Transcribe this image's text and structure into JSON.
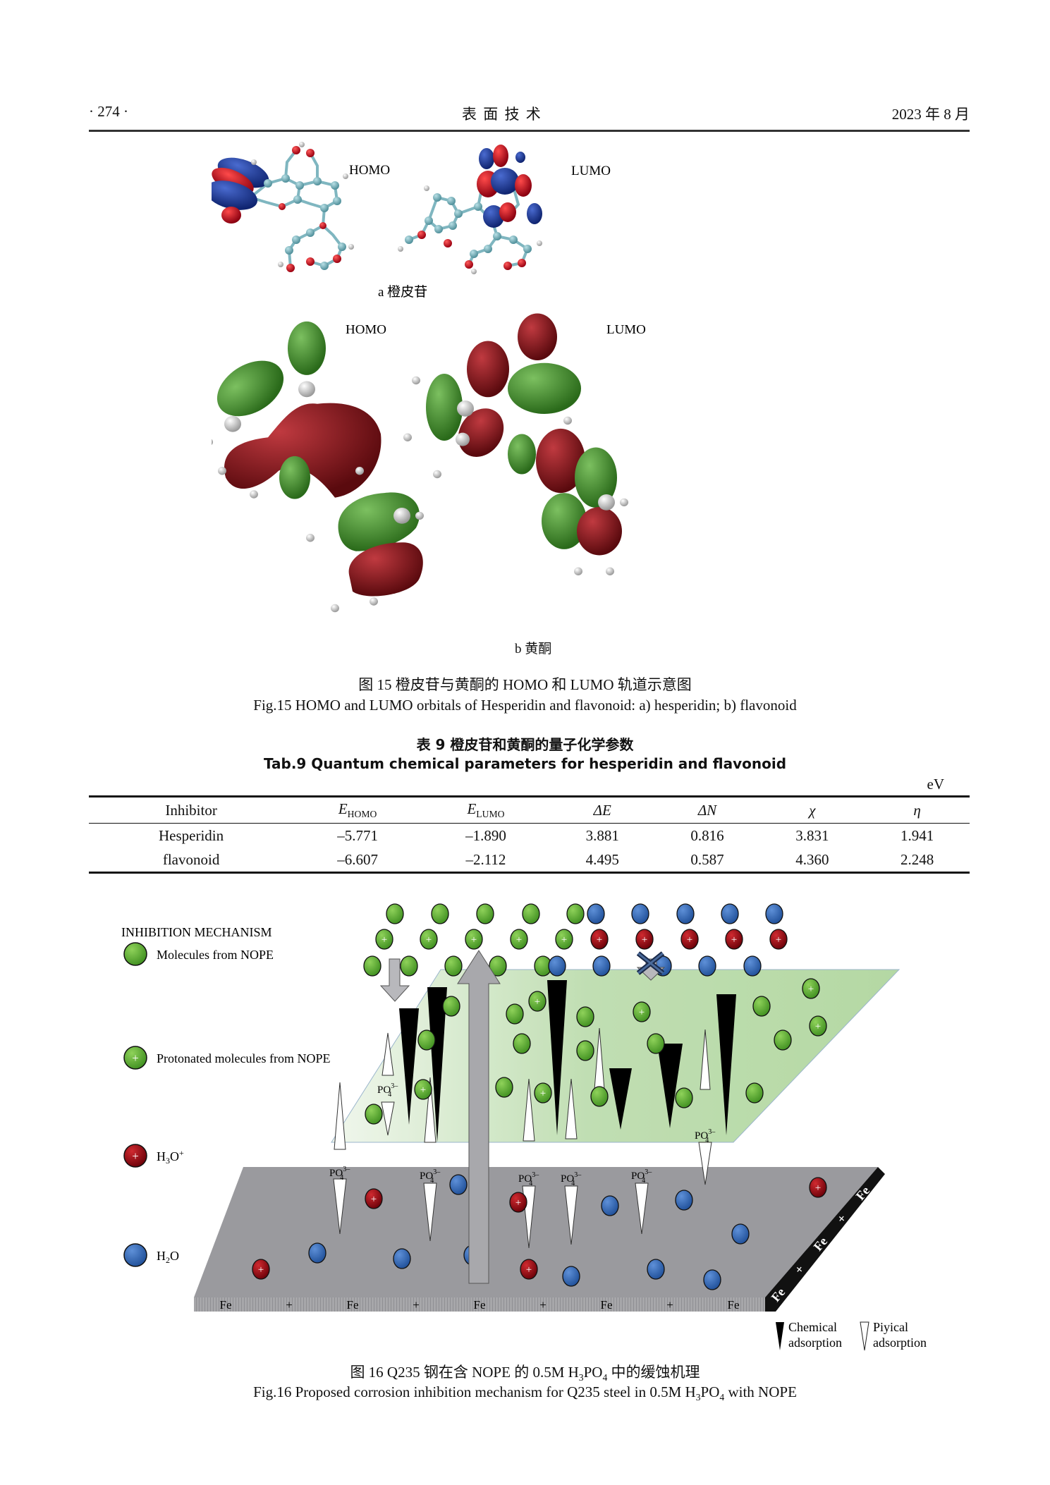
{
  "header": {
    "page_number": "· 274 ·",
    "journal": "表 面 技 术",
    "date": "2023 年 8 月"
  },
  "figure15": {
    "panel_a": {
      "homo_label": "HOMO",
      "lumo_label": "LUMO",
      "sublabel": "a  橙皮苷"
    },
    "panel_b": {
      "homo_label": "HOMO",
      "lumo_label": "LUMO",
      "sublabel": "b  黄酮"
    },
    "caption_cn": "图 15    橙皮苷与黄酮的 HOMO  和  LUMO 轨道示意图",
    "caption_en": "Fig.15 HOMO and LUMO orbitals of Hesperidin and flavonoid: a) hesperidin; b) flavonoid",
    "colors": {
      "homo_pos": "#1a3a8c",
      "homo_neg": "#c01020",
      "orb_green": "#3f8a2a",
      "orb_red": "#7a0f14",
      "carbon": "#6fb0bc"
    }
  },
  "table9": {
    "title_cn": "表 9    橙皮苷和黄酮的量子化学参数",
    "title_en": "Tab.9 Quantum chemical parameters for hesperidin and flavonoid",
    "unit": "eV",
    "columns": [
      {
        "main": "Inhibitor",
        "sub": ""
      },
      {
        "main": "E",
        "sub": "HOMO"
      },
      {
        "main": "E",
        "sub": "LUMO"
      },
      {
        "main": "ΔE",
        "sub": ""
      },
      {
        "main": "ΔN",
        "sub": ""
      },
      {
        "main": "χ",
        "sub": ""
      },
      {
        "main": "η",
        "sub": ""
      }
    ],
    "rows": [
      [
        "Hesperidin",
        "–5.771",
        "–1.890",
        "3.881",
        "0.816",
        "3.831",
        "1.941"
      ],
      [
        "flavonoid",
        "–6.607",
        "–2.112",
        "4.495",
        "0.587",
        "4.360",
        "2.248"
      ]
    ]
  },
  "figure16": {
    "legend_title": "INHIBITION MECHANISM",
    "legend": [
      {
        "label": "Molecules from NOPE",
        "color": "#6cbb3c",
        "symbol": "circle"
      },
      {
        "label": "Protonated molecules from NOPE",
        "color": "#6cbb3c",
        "symbol": "circle-plus"
      },
      {
        "label_main": "H",
        "label_sub": "3",
        "label_rest": "O",
        "label_sup": "+",
        "color": "#a0141c",
        "symbol": "circle-plus"
      },
      {
        "label_main": "H",
        "label_sub": "2",
        "label_rest": "O",
        "color": "#3a6fc0",
        "symbol": "circle"
      }
    ],
    "phosphate": {
      "main": "PO",
      "sub": "4",
      "sup": "3–"
    },
    "surface_front": [
      "Fe",
      "+",
      "Fe",
      "+",
      "Fe",
      "+",
      "Fe",
      "+",
      "Fe"
    ],
    "surface_side": [
      "Fe",
      "+",
      "Fe",
      "+",
      "Fe"
    ],
    "adsorption_legend": {
      "chemical": "Chemical adsorption",
      "chemical_line1": "Chemical",
      "chemical_line2": "adsorption",
      "physical_line1": "Piyical",
      "physical_line2": "adsorption"
    },
    "caption_cn_pre": "图 16    Q235 钢在含 NOPE 的 0.5M H",
    "caption_cn_sub1": "3",
    "caption_cn_mid": "PO",
    "caption_cn_sub2": "4",
    "caption_cn_post": " 中的缓蚀机理",
    "caption_en_pre": "Fig.16 Proposed corrosion inhibition mechanism for Q235 steel in 0.5M H",
    "caption_en_sub1": "3",
    "caption_en_mid": "PO",
    "caption_en_sub2": "4",
    "caption_en_post": " with NOPE",
    "colors": {
      "green": "#6cbb3c",
      "red": "#a0141c",
      "blue": "#3a6fc0",
      "steel": "#9a9a9e",
      "film": "#b6d9a6"
    }
  }
}
